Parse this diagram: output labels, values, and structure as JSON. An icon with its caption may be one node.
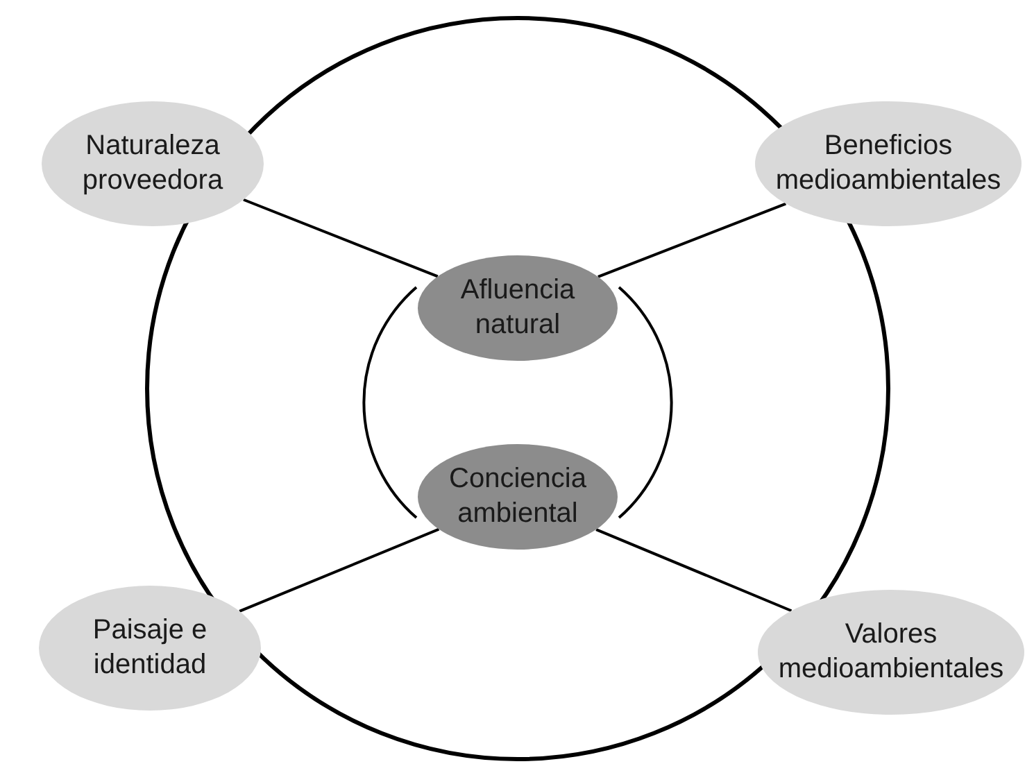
{
  "diagram": {
    "nodes": [
      {
        "text": [
          "Naturaleza proveedora"
        ]
      },
      {
        "text": [
          "Beneficios medioambientales"
        ]
      },
      {
        "text": [
          "Afluencia natural"
        ]
      },
      {
        "text": [
          "Conciencia ambiental"
        ]
      },
      {
        "text": [
          "Paisaje e identidad"
        ]
      },
      {
        "text": [
          "Valores medioambientales"
        ]
      }
    ],
    "edges": [
      {
        "from": 0,
        "to": 2,
        "arrow": "none"
      },
      {
        "from": 1,
        "to": 2,
        "arrow": "none"
      },
      {
        "from": 2,
        "to": 3,
        "arrow": "none"
      },
      {
        "from": 2,
        "to": 3,
        "arrow": "none"
      },
      {
        "from": 3,
        "to": 4,
        "arrow": "none"
      },
      {
        "from": 3,
        "to": 5,
        "arrow": "none"
      }
    ]
  }
}
